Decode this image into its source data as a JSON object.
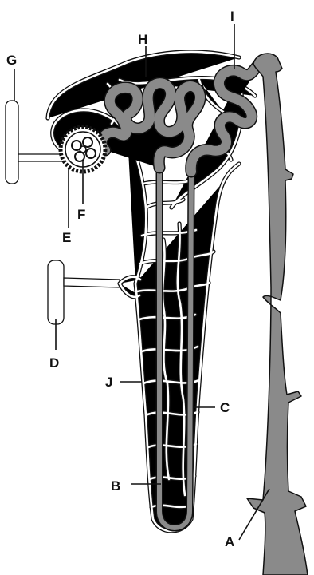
{
  "labels": {
    "a": "A",
    "b": "B",
    "c": "C",
    "d": "D",
    "e": "E",
    "f": "F",
    "g": "G",
    "h": "H",
    "i": "I",
    "j": "J"
  },
  "colors": {
    "line": "#111111",
    "tubule_fill": "#8a8a8a",
    "background": "#ffffff"
  }
}
